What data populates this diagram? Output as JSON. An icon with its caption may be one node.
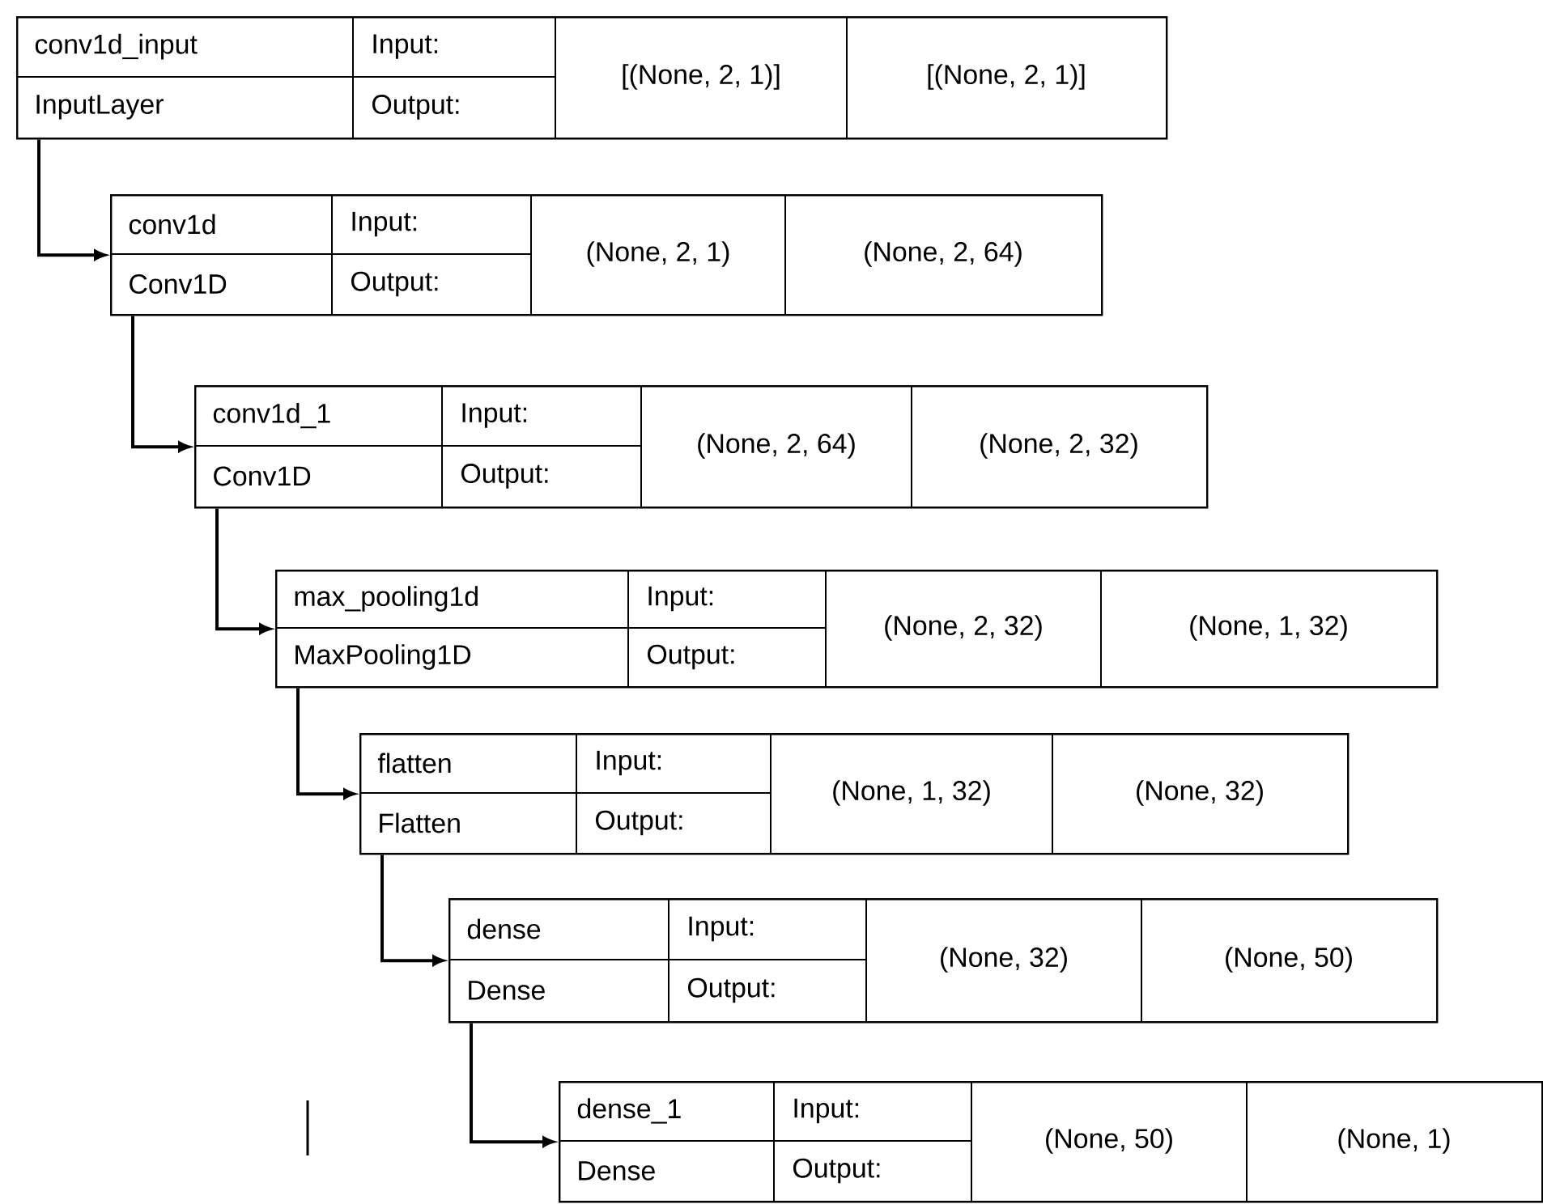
{
  "diagram": {
    "nodes": [
      {
        "text": [
          "conv1d_input",
          "InputLayer",
          "Input:",
          "Output:",
          "[(None, 2, 1)]",
          "[(None, 2, 1)]"
        ]
      },
      {
        "text": [
          "conv1d",
          "Conv1D",
          "Input:",
          "Output:",
          "(None, 2, 1)",
          "(None, 2, 64)"
        ]
      },
      {
        "text": [
          "conv1d_1",
          "Conv1D",
          "Input:",
          "Output:",
          "(None, 2, 64)",
          "(None, 2, 32)"
        ]
      },
      {
        "text": [
          "max_pooling1d",
          "MaxPooling1D",
          "Input:",
          "Output:",
          "(None, 2, 32)",
          "(None, 1, 32)"
        ]
      },
      {
        "text": [
          "flatten",
          "Flatten",
          "Input:",
          "Output:",
          "(None, 1, 32)",
          "(None, 32)"
        ]
      },
      {
        "text": [
          "dense",
          "Dense",
          "Input:",
          "Output:",
          "(None, 32)",
          "(None, 50)"
        ]
      },
      {
        "text": [
          "dense_1",
          "Dense",
          "Input:",
          "Output:",
          "(None, 50)",
          "(None, 1)"
        ]
      }
    ],
    "edges": [
      {
        "from": 0,
        "to": 1,
        "arrow": "to"
      },
      {
        "from": 1,
        "to": 2,
        "arrow": "to"
      },
      {
        "from": 2,
        "to": 3,
        "arrow": "to"
      },
      {
        "from": 3,
        "to": 4,
        "arrow": "to"
      },
      {
        "from": 4,
        "to": 5,
        "arrow": "to"
      },
      {
        "from": 5,
        "to": 6,
        "arrow": "to"
      }
    ]
  }
}
